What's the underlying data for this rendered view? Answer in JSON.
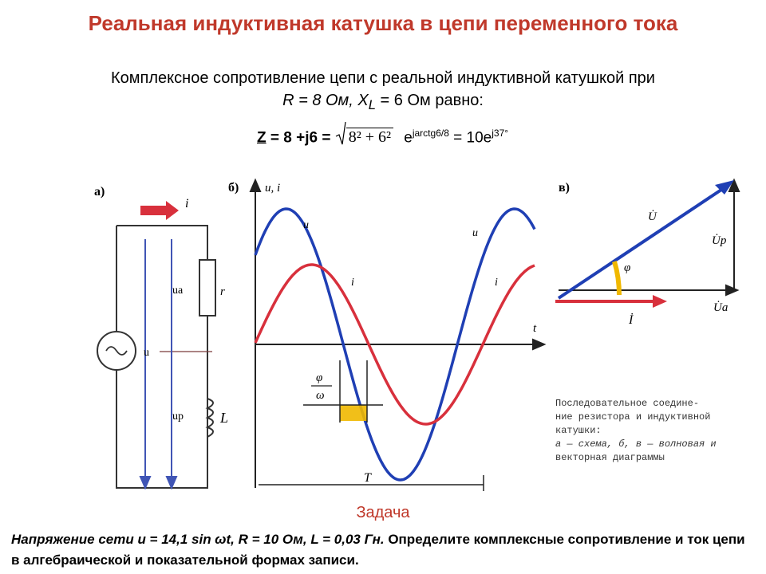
{
  "title": "Реальная индуктивная катушка в цепи переменного тока",
  "intro": {
    "line1": "Комплексное сопротивление цепи с реальной индуктивной катушкой при",
    "R_part": "R = 8 Ом, X",
    "L_sub": "L",
    "X_part": " = 6 Ом равно:"
  },
  "formula": {
    "z_label": "Z",
    "lhs": " = 8 +j6 = ",
    "root_content": "8² + 6²",
    "e1": "e",
    "e1_sup": "jarctg6/8",
    "eq2": " = 10e",
    "e2_sup": "j37°"
  },
  "figure": {
    "label_a": "а)",
    "label_b": "б)",
    "label_v": "в)",
    "axis_ui": "u, i",
    "axis_t": "t",
    "i_label": "i",
    "r_label": "r",
    "L_label": "L",
    "ua_label": "uа",
    "up_label": "uр",
    "u_label": "u",
    "phi_num": "φ",
    "phi_den": "ω",
    "period": "T",
    "vec_U": "U̇",
    "vec_Up": "U̇р",
    "vec_Ua": "U̇а",
    "vec_I": "İ",
    "phi": "φ",
    "caption_line1": "Последовательное соедине-",
    "caption_line2": "ние резистора и индуктивной",
    "caption_line3": "катушки:",
    "caption_line4": "а — схема, б, в — волновая и",
    "caption_line5": "векторная диаграммы"
  },
  "task_title": "Задача",
  "task": {
    "lead": "Напряжение сети u = 14,1 sin ωt, R = 10 Ом, L = 0,03 Гн.",
    "rest": " Определите комплексные сопротивление и ток  цепи в алгебраической и показательной формах записи."
  },
  "colors": {
    "title": "#c0392b",
    "u_wave": "#1f3fb4",
    "i_wave": "#d8303c",
    "accent": "#f0b800"
  }
}
